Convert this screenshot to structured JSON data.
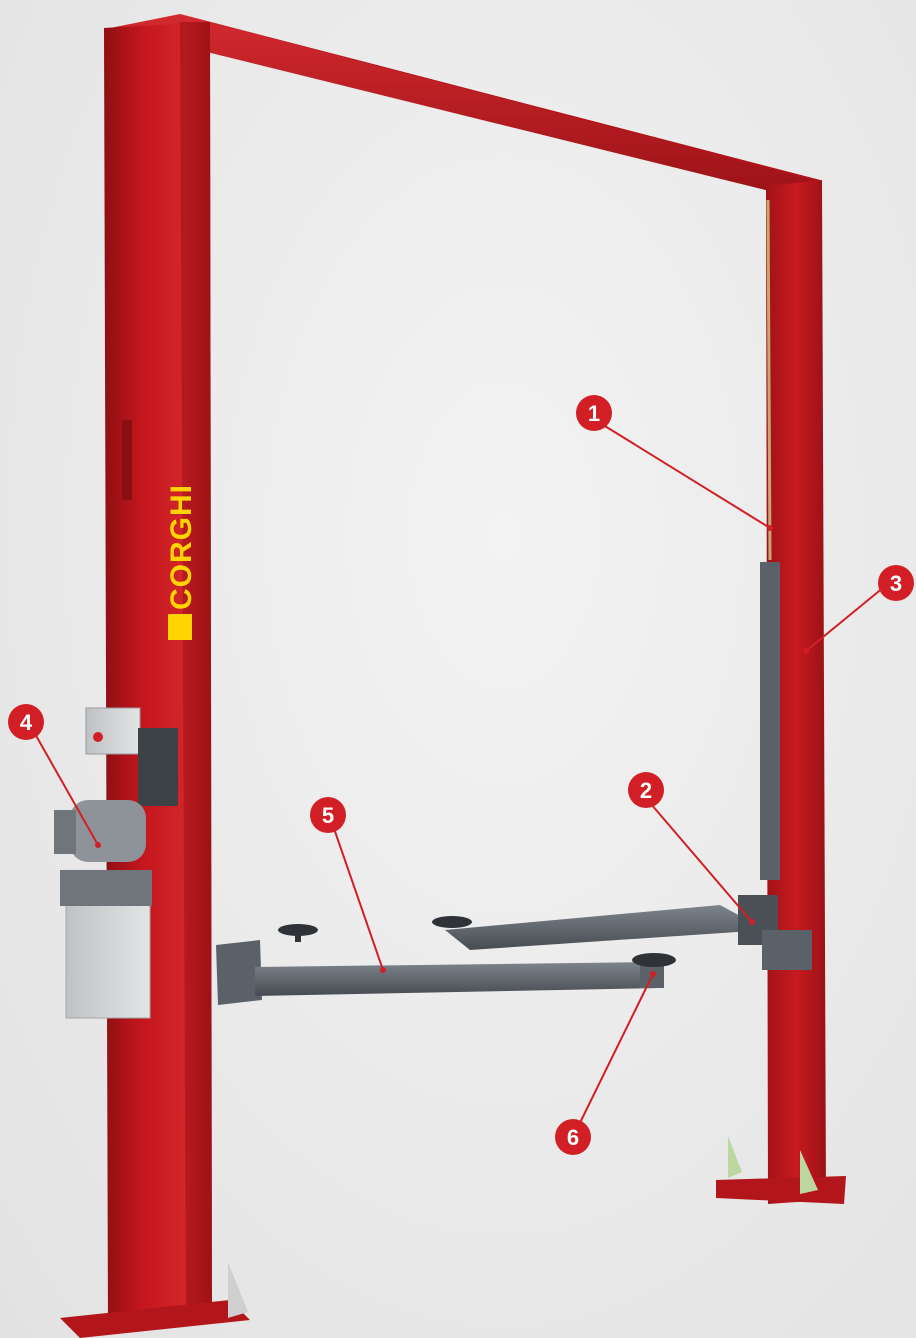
{
  "image": {
    "subject": "Two-post vehicle lift"
  },
  "brand": {
    "text": "CORGHI"
  },
  "callouts": [
    {
      "number": "1"
    },
    {
      "number": "2"
    },
    {
      "number": "3"
    },
    {
      "number": "4"
    },
    {
      "number": "5"
    },
    {
      "number": "6"
    }
  ],
  "colors": {
    "column_red": "#c4161c",
    "arm_gray": "#5b6168",
    "callout_red": "#d21f26",
    "brand_yellow": "#ffd400",
    "background": "#ececec"
  }
}
